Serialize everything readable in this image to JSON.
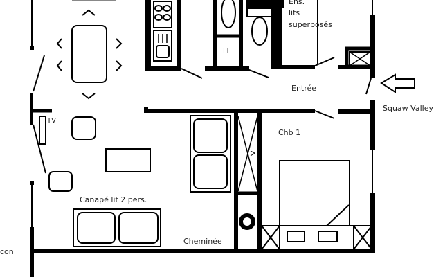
{
  "plan": {
    "type": "apartment floor plan",
    "colors": {
      "wall": "#000000",
      "background": "#ffffff",
      "text": "#222222"
    },
    "labels": {
      "ens_line1": "Ens.",
      "ens_line2": "lits",
      "ens_line3": "superposés",
      "entree": "Entrée",
      "squaw_valley": "Squaw Valley",
      "chb1": "Chb 1",
      "tv": "TV",
      "canape": "Canapé lit 2 pers.",
      "cheminee": "Cheminée",
      "balcon_partial": "con",
      "ll": "LL"
    },
    "icons": {
      "entrance_arrow": "arrow-left-outline",
      "cupboard": "x-box",
      "stove": "cooktop",
      "fireplace": "circle"
    }
  }
}
